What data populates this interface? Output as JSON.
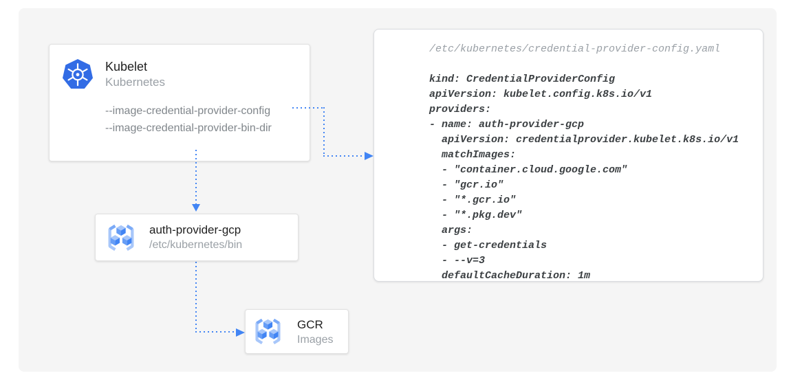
{
  "colors": {
    "arrow_blue": "#4285F4",
    "kubernetes_blue": "#326CE5",
    "gcr_icon_light": "#A8C7FA",
    "gcr_icon_medium": "#669DF6",
    "panel_gray": "#F5F5F5"
  },
  "kubelet_card": {
    "title": "Kubelet",
    "subtitle": "Kubernetes",
    "flags": [
      "--image-credential-provider-config",
      "--image-credential-provider-bin-dir"
    ]
  },
  "auth_provider_card": {
    "title": "auth-provider-gcp",
    "subtitle": "/etc/kubernetes/bin"
  },
  "gcr_card": {
    "title": "GCR",
    "subtitle": "Images"
  },
  "code_panel": {
    "file_path": "/etc/kubernetes/credential-provider-config.yaml",
    "lines": [
      "kind: CredentialProviderConfig",
      "apiVersion: kubelet.config.k8s.io/v1",
      "providers:",
      "- name: auth-provider-gcp",
      "  apiVersion: credentialprovider.kubelet.k8s.io/v1",
      "  matchImages:",
      "  - \"container.cloud.google.com\"",
      "  - \"gcr.io\"",
      "  - \"*.gcr.io\"",
      "  - \"*.pkg.dev\"",
      "  args:",
      "  - get-credentials",
      "  - --v=3",
      "  defaultCacheDuration: 1m"
    ]
  }
}
